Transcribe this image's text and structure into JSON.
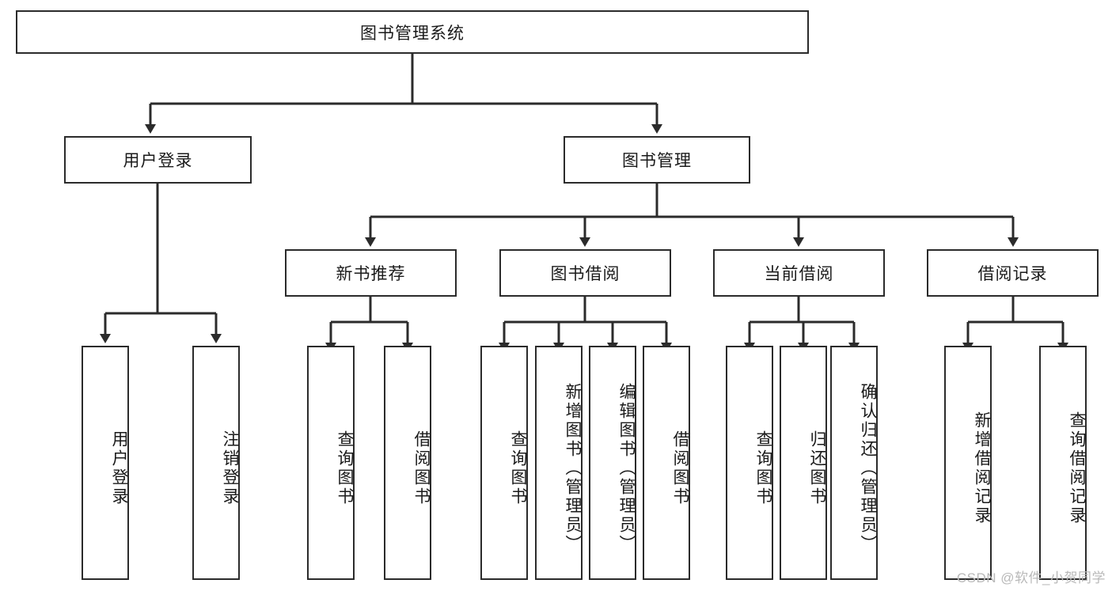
{
  "diagram": {
    "type": "tree-hierarchy",
    "title": "图书管理系统",
    "watermark": "CSDN @软件_小贺同学",
    "colors": {
      "stroke": "#2b2b2b",
      "fill": "#ffffff",
      "text": "#1a1a1a",
      "watermark": "#b9b9b9"
    },
    "nodes": {
      "root": {
        "label": "图书管理系统",
        "level": 1,
        "orientation": "horizontal"
      },
      "l2": [
        {
          "id": "user-login",
          "label": "用户登录",
          "level": 2,
          "orientation": "horizontal"
        },
        {
          "id": "book-manage",
          "label": "图书管理",
          "level": 2,
          "orientation": "horizontal"
        }
      ],
      "l3": [
        {
          "id": "new-book-rec",
          "label": "新书推荐",
          "level": 3,
          "orientation": "horizontal"
        },
        {
          "id": "book-borrow",
          "label": "图书借阅",
          "level": 3,
          "orientation": "horizontal"
        },
        {
          "id": "current-borrow",
          "label": "当前借阅",
          "level": 3,
          "orientation": "horizontal"
        },
        {
          "id": "borrow-record",
          "label": "借阅记录",
          "level": 3,
          "orientation": "horizontal"
        }
      ],
      "leaves": [
        {
          "id": "leaf-user-login",
          "label": "用户登录",
          "parent": "user-login"
        },
        {
          "id": "leaf-user-logout",
          "label": "注销登录",
          "parent": "user-login"
        },
        {
          "id": "leaf-rec-query",
          "label": "查询图书",
          "parent": "new-book-rec"
        },
        {
          "id": "leaf-rec-borrow",
          "label": "借阅图书",
          "parent": "new-book-rec"
        },
        {
          "id": "leaf-borrow-query",
          "label": "查询图书",
          "parent": "book-borrow"
        },
        {
          "id": "leaf-borrow-add",
          "label": "新增图书（管理员）",
          "parent": "book-borrow"
        },
        {
          "id": "leaf-borrow-edit",
          "label": "编辑图书（管理员）",
          "parent": "book-borrow"
        },
        {
          "id": "leaf-borrow-lend",
          "label": "借阅图书",
          "parent": "book-borrow"
        },
        {
          "id": "leaf-current-query",
          "label": "查询图书",
          "parent": "current-borrow"
        },
        {
          "id": "leaf-current-return",
          "label": "归还图书",
          "parent": "current-borrow"
        },
        {
          "id": "leaf-current-confirm",
          "label": "确认归还（管理员）",
          "parent": "current-borrow"
        },
        {
          "id": "leaf-record-add",
          "label": "新增借阅记录",
          "parent": "borrow-record"
        },
        {
          "id": "leaf-record-query",
          "label": "查询借阅记录",
          "parent": "borrow-record"
        }
      ]
    }
  }
}
